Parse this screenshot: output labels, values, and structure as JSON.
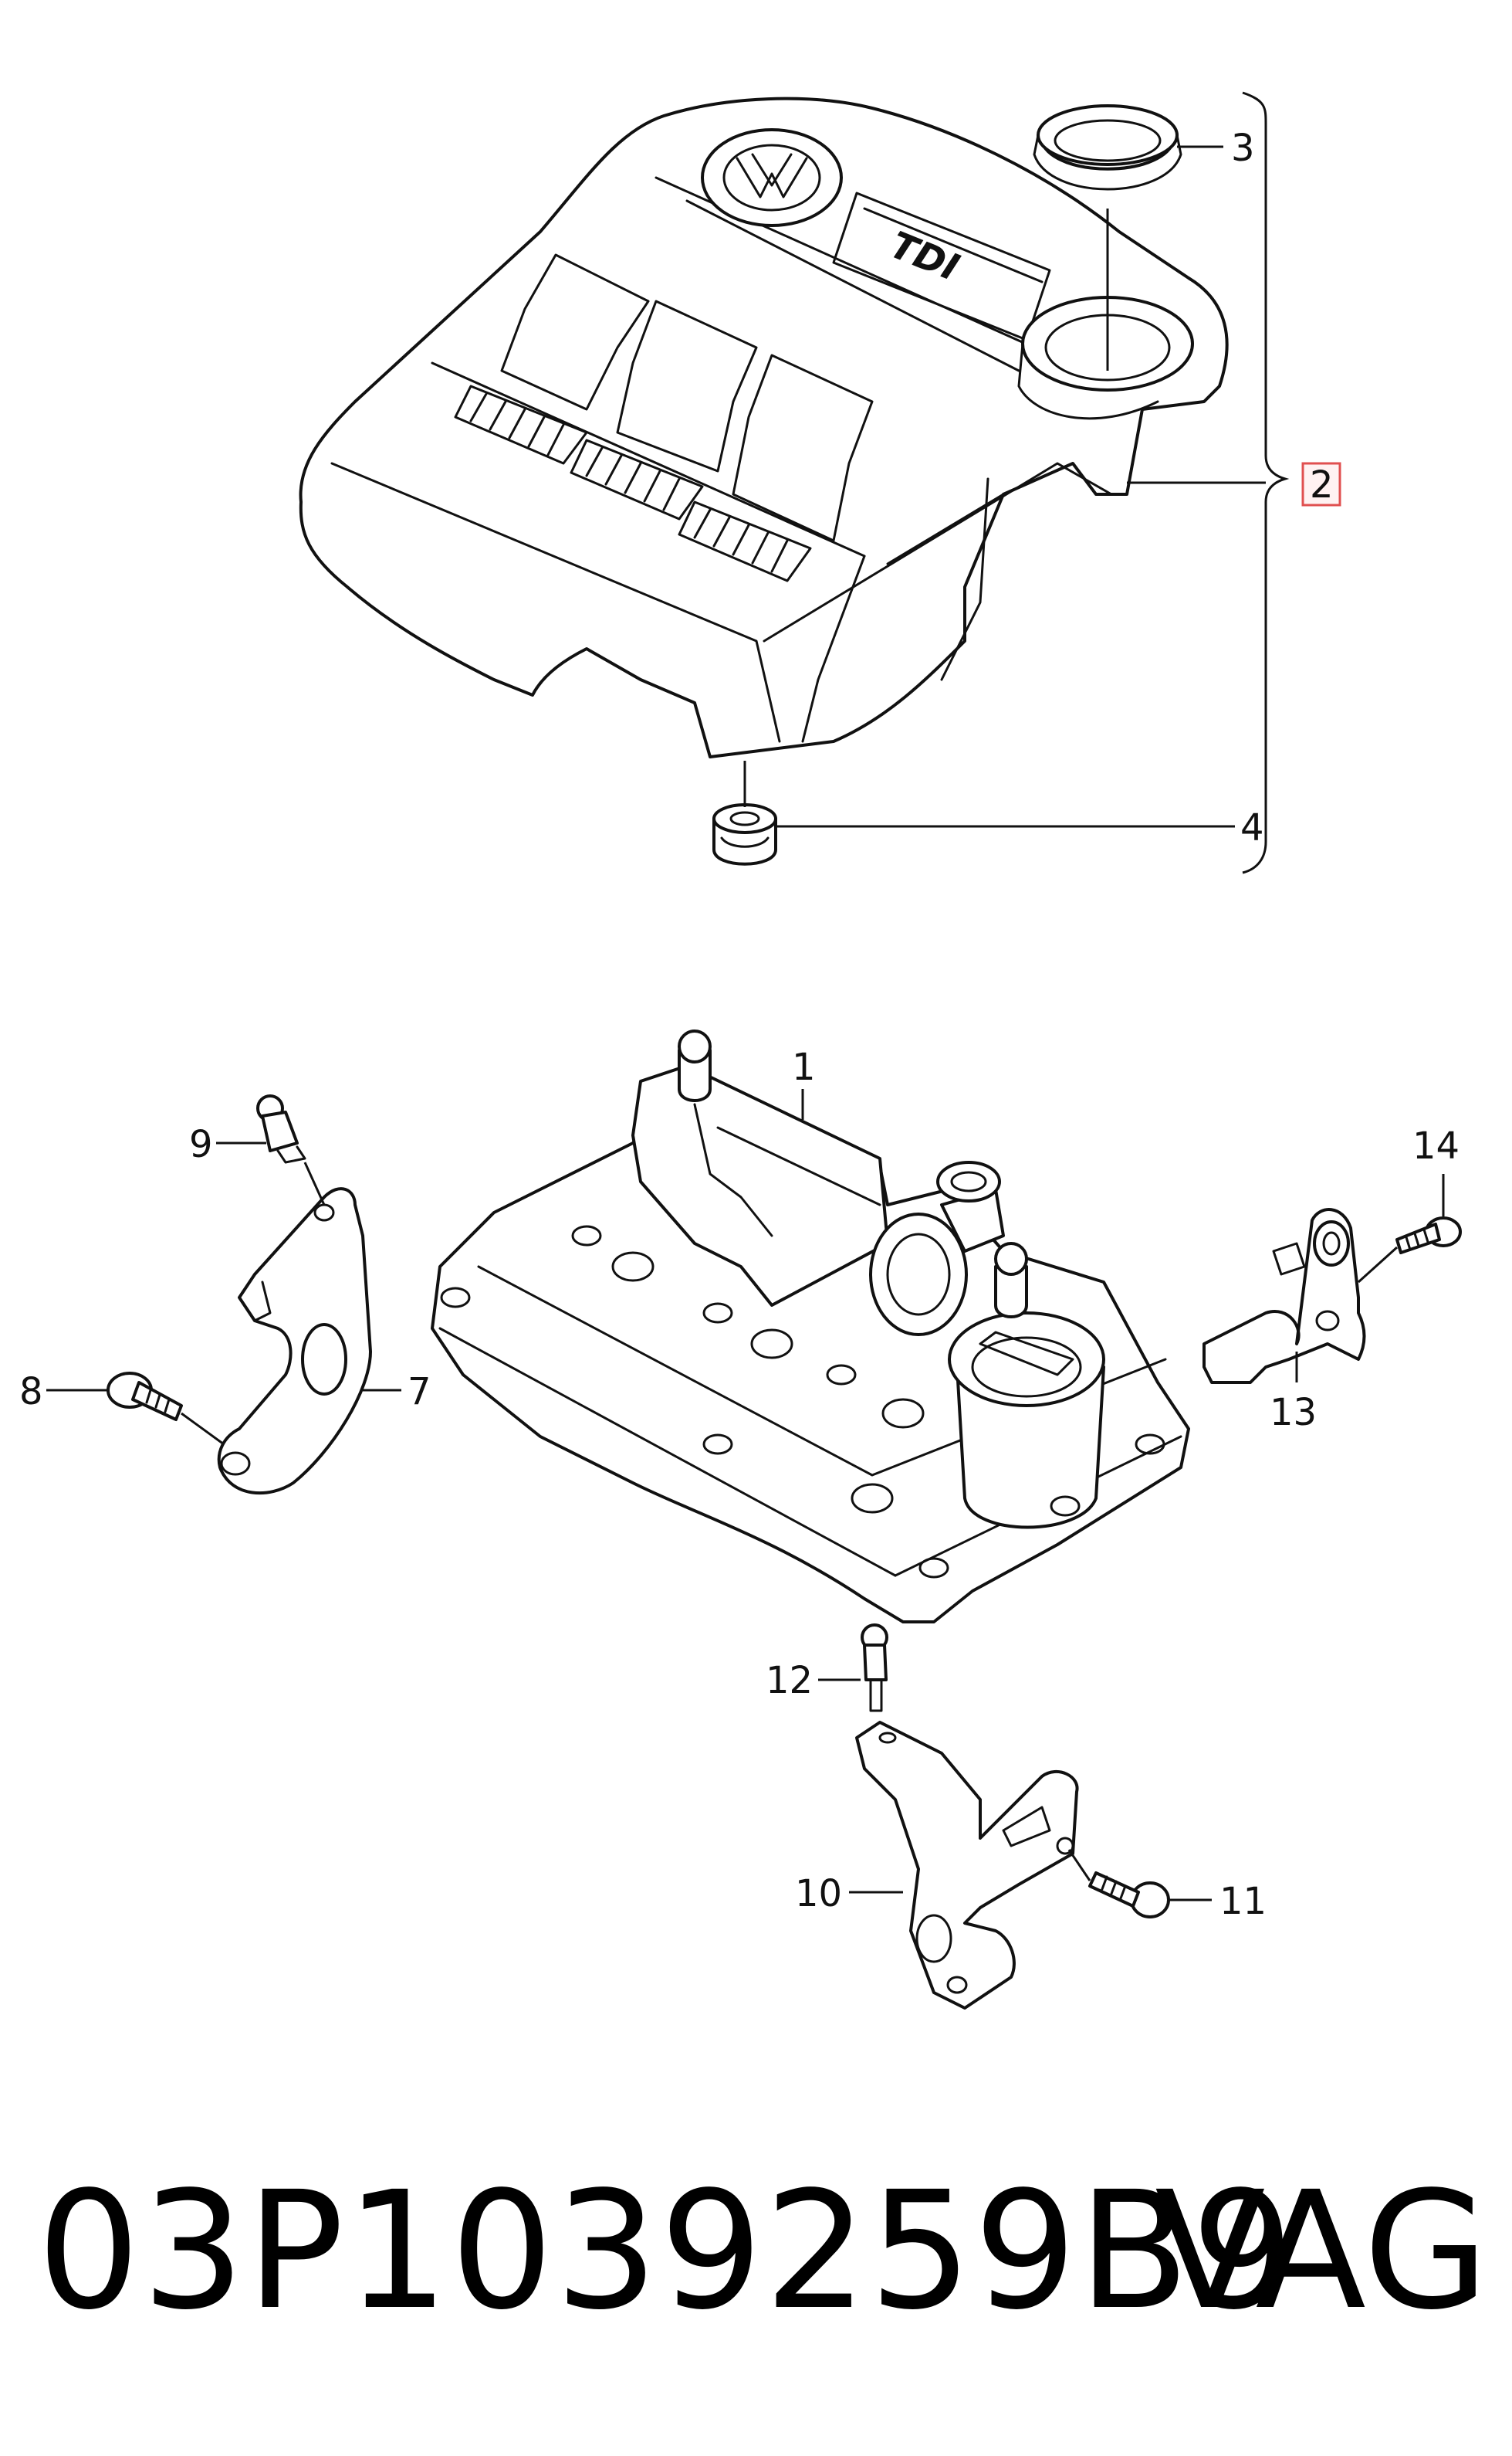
{
  "callouts": {
    "c1": "1",
    "c2": "2",
    "c3": "3",
    "c4": "4",
    "c7": "7",
    "c8": "8",
    "c9": "9",
    "c10": "10",
    "c11": "11",
    "c12": "12",
    "c13": "13",
    "c14": "14"
  },
  "logo_text": "TDI",
  "footer": {
    "part_number": "03P1039259B9",
    "brand": "VAG"
  },
  "colors": {
    "line": "#111111",
    "highlight": "#e05050",
    "background": "#ffffff"
  }
}
